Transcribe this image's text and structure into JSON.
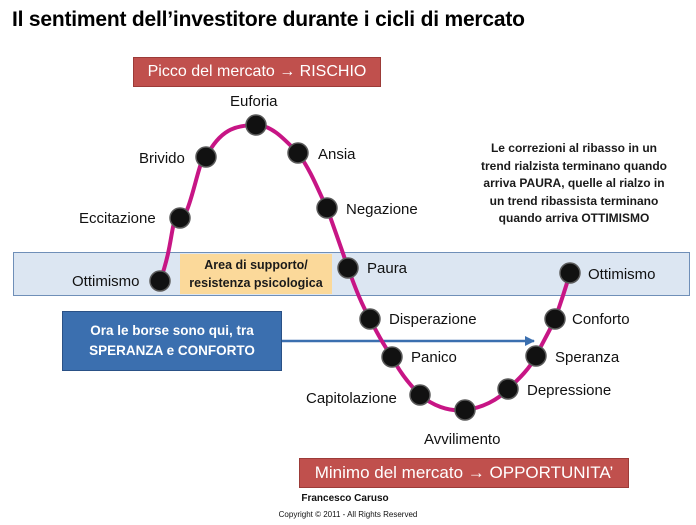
{
  "title": "Il sentiment dell’investitore durante i cicli di mercato",
  "top_banner": "Picco del mercato → RISCHIO",
  "bottom_banner": "Minimo del mercato → OPPORTUNITA’",
  "support_area": [
    "Area di supporto/",
    "resistenza psicologica"
  ],
  "callout": [
    "Ora le borse sono qui, tra",
    "SPERANZA e CONFORTO"
  ],
  "note": [
    "Le correzioni al ribasso in un",
    "trend rialzista terminano quando",
    "arriva PAURA, quelle al rialzo in",
    "un trend ribassista terminano",
    "quando arriva OTTIMISMO"
  ],
  "stages": [
    "Ottimismo",
    "Eccitazione",
    "Brivido",
    "Euforia",
    "Ansia",
    "Negazione",
    "Paura",
    "Disperazione",
    "Panico",
    "Capitolazione",
    "Avvilimento",
    "Depressione",
    "Speranza",
    "Conforto",
    "Ottimismo"
  ],
  "author": "Francesco Caruso",
  "copyright": "Copyright © 2011 - All Rights Reserved",
  "colors": {
    "curve": "#c71585",
    "banner": "#c0504d",
    "band": "#dce6f2",
    "support": "#fbd99a",
    "callout": "#3b6faf",
    "dot": "#111111"
  }
}
